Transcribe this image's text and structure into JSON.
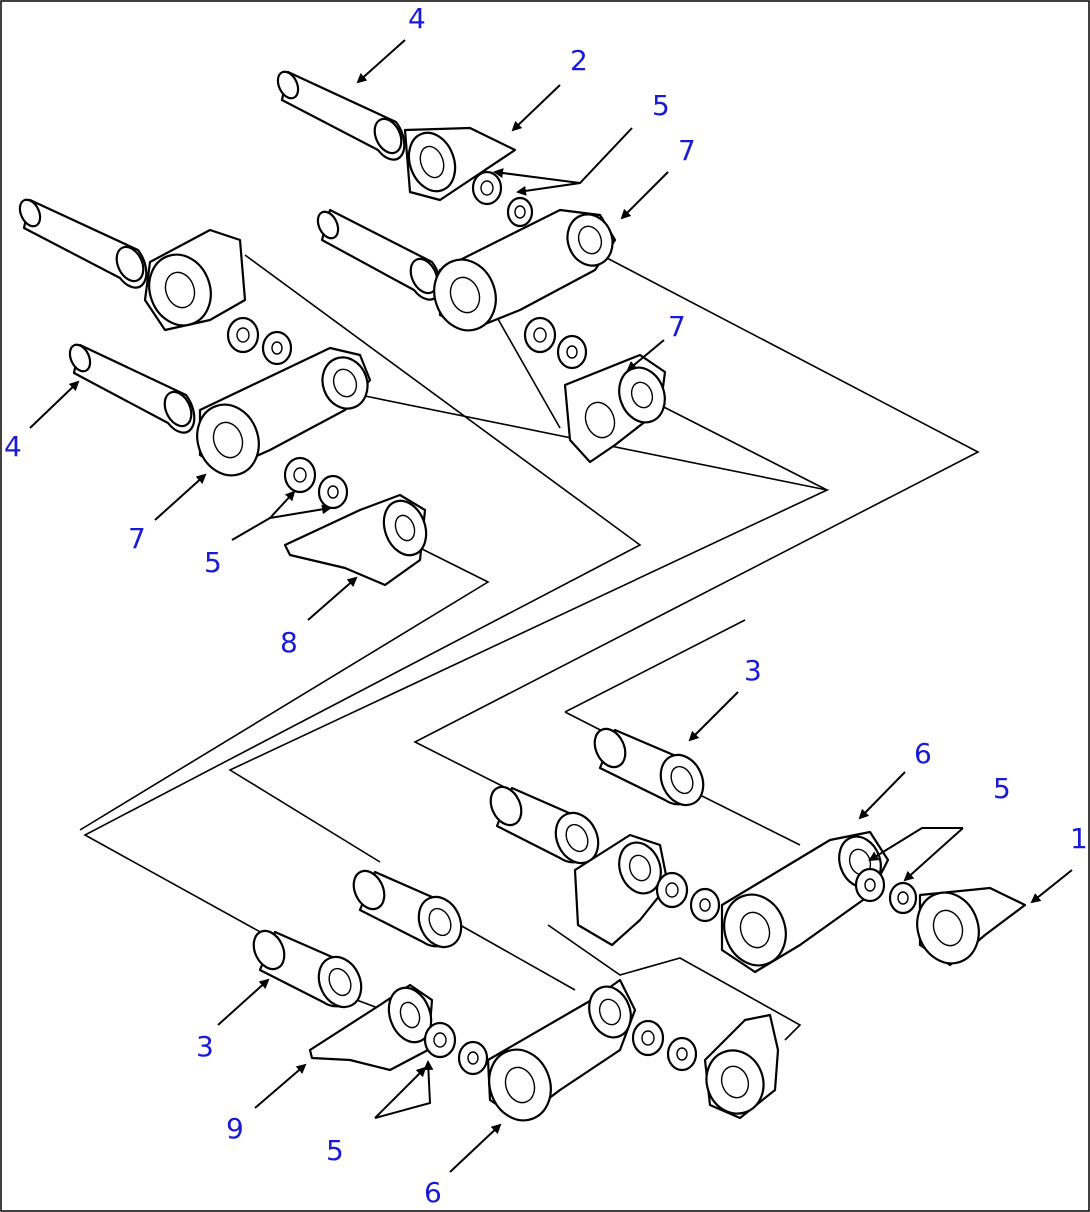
{
  "figure": {
    "callouts": {
      "c1": "1",
      "c2": "2",
      "c3a": "3",
      "c3b": "3",
      "c4a": "4",
      "c4b": "4",
      "c5a": "5",
      "c5b": "5",
      "c5c": "5",
      "c5d": "5",
      "c6a": "6",
      "c6b": "6",
      "c7a": "7",
      "c7b": "7",
      "c7c": "7",
      "c8": "8",
      "c9": "9"
    },
    "colors": {
      "callout_text": "#1a1ad6",
      "line_art": "#000000",
      "background": "#ffffff"
    }
  }
}
